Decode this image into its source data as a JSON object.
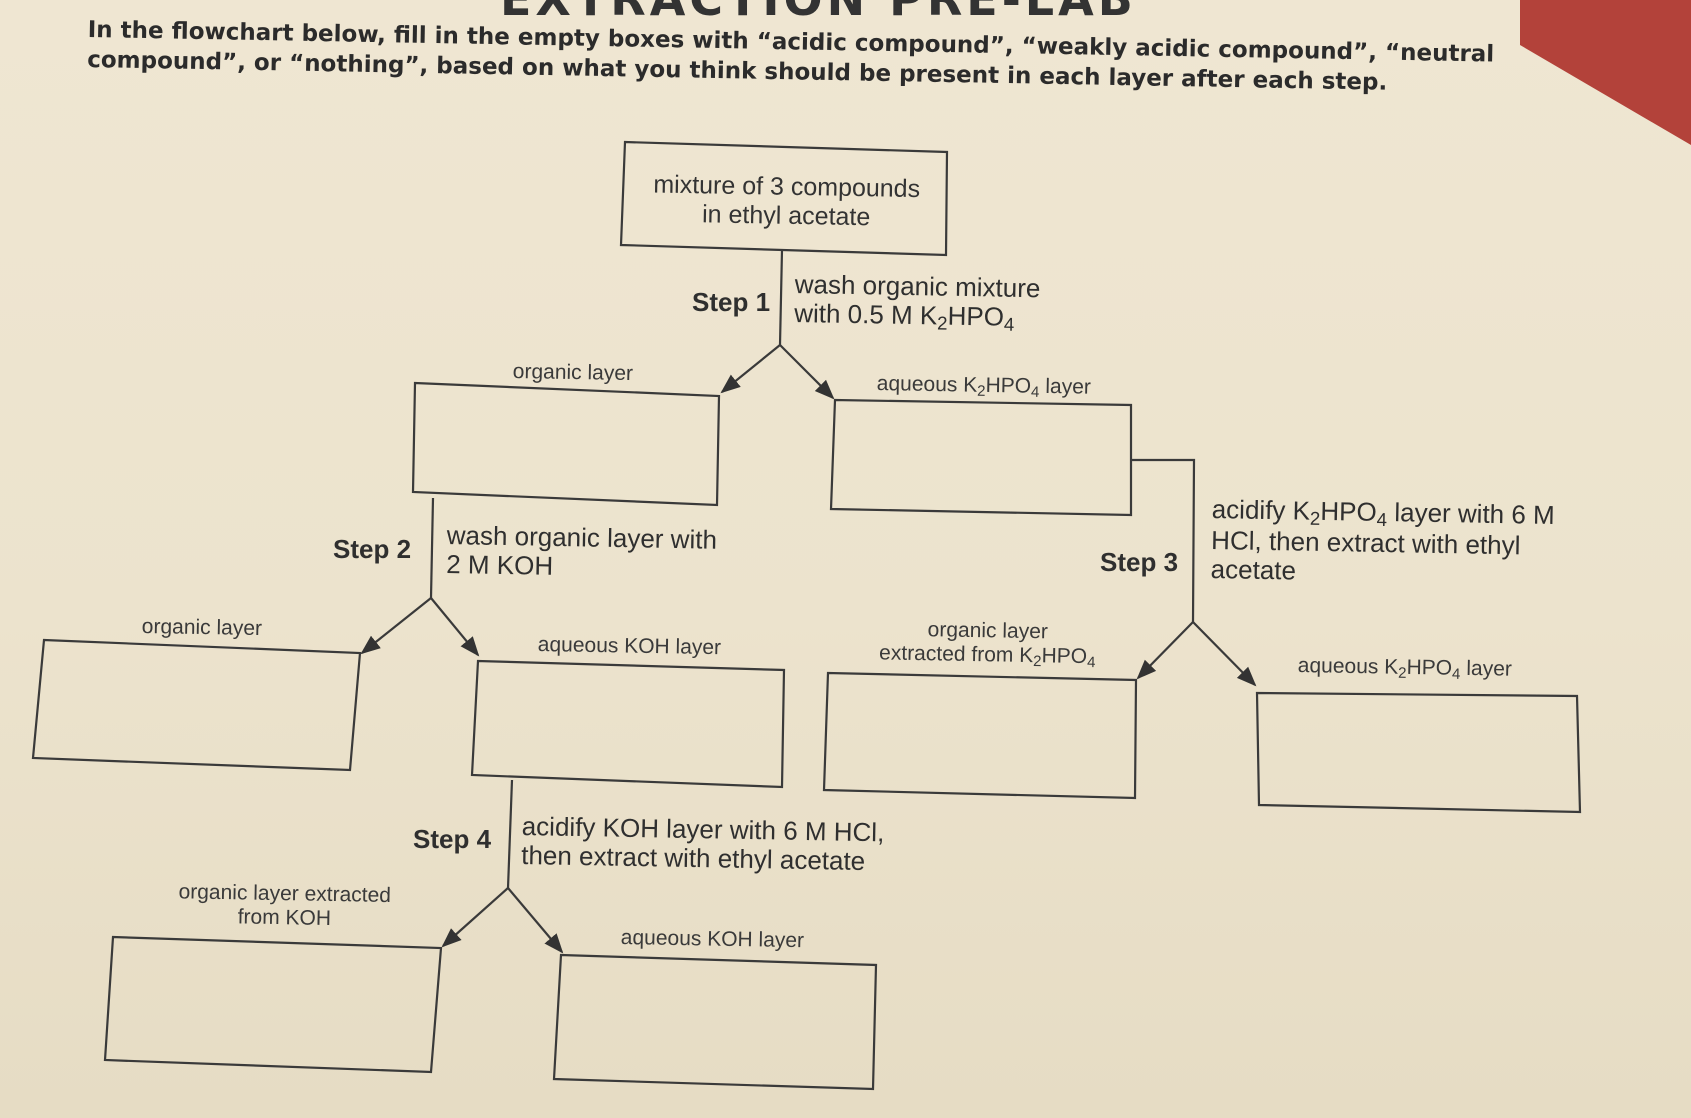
{
  "header": {
    "title_fragment": "EXTRACTION PRE-LAB",
    "instructions": "In the flowchart below, fill in the empty boxes with “acidic compound”, “weakly acidic compound”, “neutral compound”, or “nothing”, based on what you think should be present in each layer after each step."
  },
  "flowchart": {
    "root": {
      "line1": "mixture of 3 compounds",
      "line2": "in ethyl acetate"
    },
    "step1": {
      "label": "Step 1",
      "desc_line1": "wash organic mixture",
      "desc_pre": "with 0.5 M K",
      "desc_s1": "2",
      "desc_mid": "HPO",
      "desc_s2": "4",
      "left_label": "organic layer",
      "right_pre": "aqueous K",
      "right_s1": "2",
      "right_mid": "HPO",
      "right_s2": "4",
      "right_post": " layer"
    },
    "step2": {
      "label": "Step 2",
      "desc_line1": "wash organic layer with",
      "desc_line2": "2 M KOH",
      "left_label": "organic layer",
      "right_label": "aqueous KOH layer"
    },
    "step3": {
      "label": "Step 3",
      "desc_pre": "acidify K",
      "desc_s1": "2",
      "desc_mid": "HPO",
      "desc_s2": "4",
      "desc_post": " layer with 6 M HCl, then extract with ethyl acetate",
      "left_line1": "organic layer",
      "left_pre": "extracted from K",
      "left_s1": "2",
      "left_mid": "HPO",
      "left_s2": "4",
      "right_pre": "aqueous K",
      "right_s1": "2",
      "right_mid": "HPO",
      "right_s2": "4",
      "right_post": " layer"
    },
    "step4": {
      "label": "Step 4",
      "desc_line1": "acidify KOH layer with 6 M HCl,",
      "desc_line2": "then extract with ethyl acetate",
      "left_line1": "organic layer extracted",
      "left_line2": "from KOH",
      "right_label": "aqueous KOH layer"
    }
  }
}
